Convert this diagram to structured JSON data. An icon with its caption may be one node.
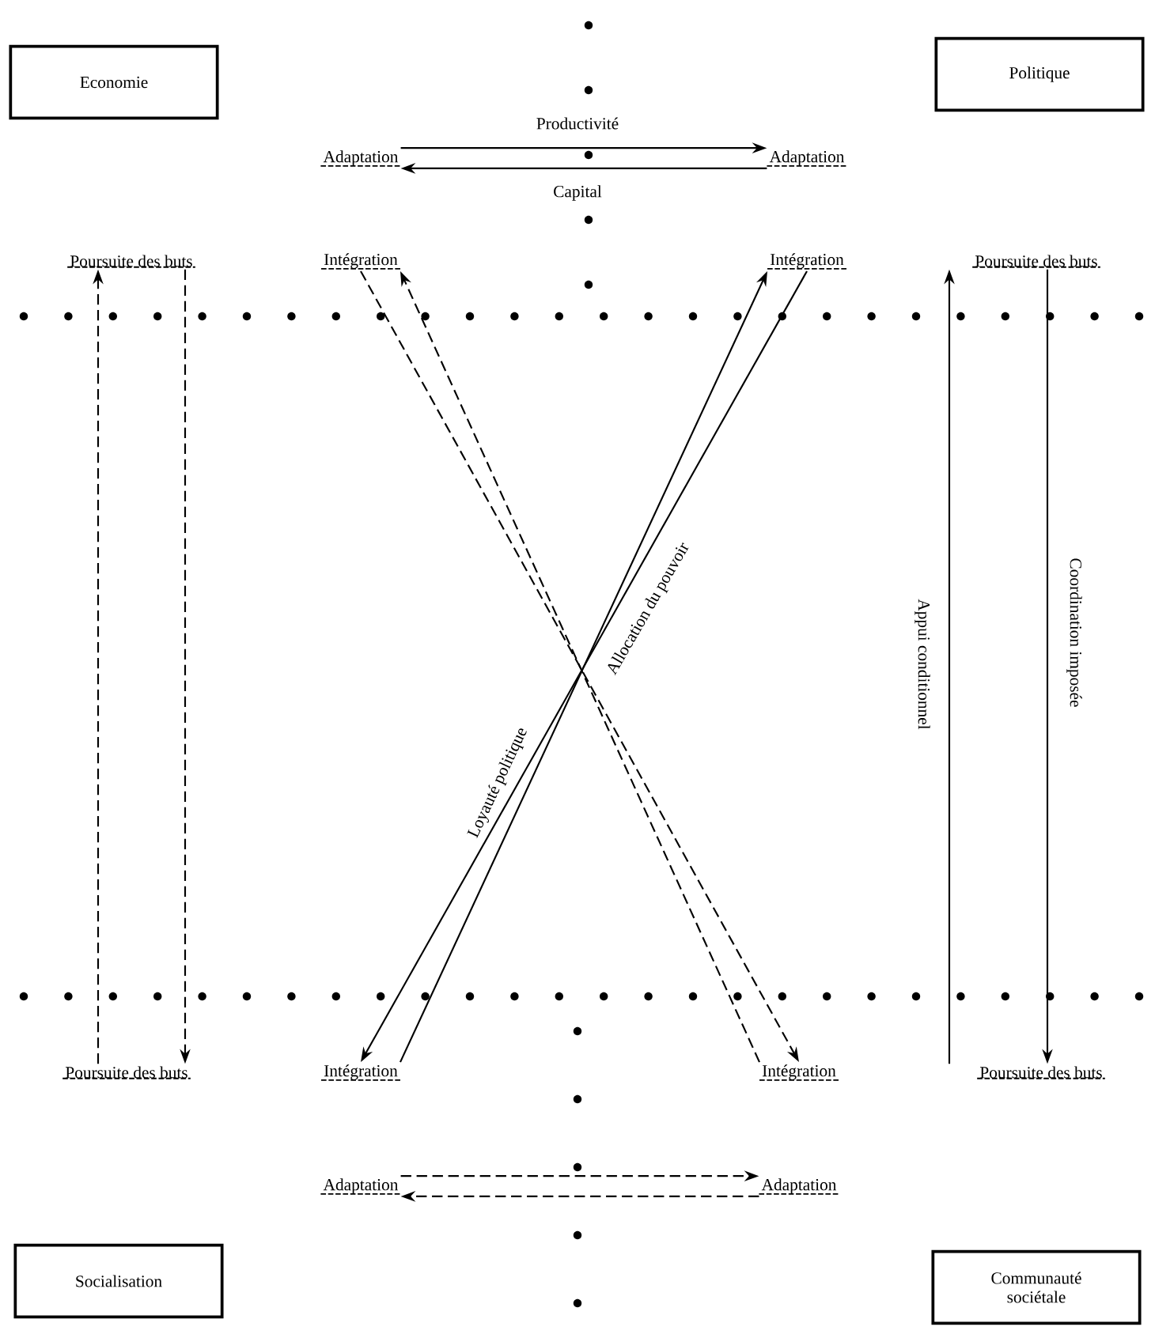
{
  "diagram": {
    "nodes": [
      {
        "text": [
          "Economie"
        ]
      },
      {
        "text": [
          "Politique"
        ]
      },
      {
        "text": [
          "Adaptation"
        ]
      },
      {
        "text": [
          "Adaptation"
        ]
      },
      {
        "text": [
          "Poursuite des buts"
        ]
      },
      {
        "text": [
          "Intégration"
        ]
      },
      {
        "text": [
          "Intégration"
        ]
      },
      {
        "text": [
          "Poursuite des buts"
        ]
      },
      {
        "text": [
          "Poursuite des buts"
        ]
      },
      {
        "text": [
          "Intégration"
        ]
      },
      {
        "text": [
          "Intégration"
        ]
      },
      {
        "text": [
          "Poursuite des buts"
        ]
      },
      {
        "text": [
          "Adaptation"
        ]
      },
      {
        "text": [
          "Adaptation"
        ]
      },
      {
        "text": [
          "Socialisation"
        ]
      },
      {
        "text": [
          "Communauté sociétale"
        ]
      }
    ],
    "edges": [
      {
        "from": 2,
        "to": 3,
        "arrow": "to",
        "label": "Productivité"
      },
      {
        "from": 3,
        "to": 2,
        "arrow": "to",
        "label": "Capital"
      },
      {
        "from": 12,
        "to": 13,
        "arrow": "to",
        "style": "dashed"
      },
      {
        "from": 13,
        "to": 12,
        "arrow": "to",
        "style": "dashed"
      },
      {
        "from": 8,
        "to": 4,
        "arrow": "to",
        "style": "dashed"
      },
      {
        "from": 4,
        "to": 8,
        "arrow": "to",
        "style": "dashed"
      },
      {
        "from": 11,
        "to": 7,
        "arrow": "to",
        "label": "Appui conditionnel"
      },
      {
        "from": 7,
        "to": 11,
        "arrow": "to",
        "label": "Coordination imposée"
      },
      {
        "from": 9,
        "to": 6,
        "arrow": "to",
        "label": "Loyauté politique"
      },
      {
        "from": 6,
        "to": 9,
        "arrow": "to",
        "label": "Allocation du pouvoir"
      },
      {
        "from": 10,
        "to": 5,
        "arrow": "to",
        "style": "dashed"
      },
      {
        "from": 5,
        "to": 10,
        "arrow": "to",
        "style": "dashed"
      }
    ]
  }
}
